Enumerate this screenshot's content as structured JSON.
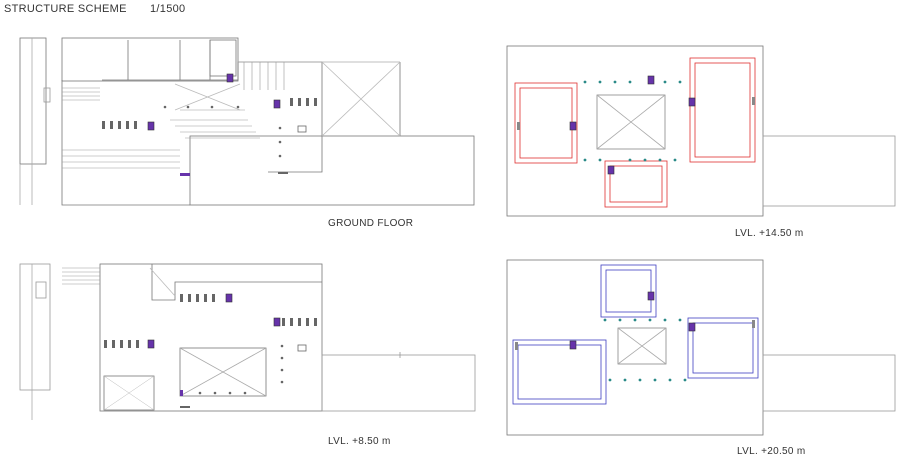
{
  "header": {
    "title": "STRUCTURE SCHEME",
    "scale": "1/1500"
  },
  "plans": {
    "ground": {
      "label": "GROUND FLOOR"
    },
    "lvl_14_50": {
      "label": "LVL. +14.50 m"
    },
    "lvl_8_50": {
      "label": "LVL. +8.50 m"
    },
    "lvl_20_50": {
      "label": "LVL. +20.50 m"
    }
  },
  "colors": {
    "line": "#777777",
    "red_cores": "#e03030",
    "blue_cores": "#4040c0",
    "core_fill": "#6633aa",
    "column_dots": "#2a8a88"
  }
}
